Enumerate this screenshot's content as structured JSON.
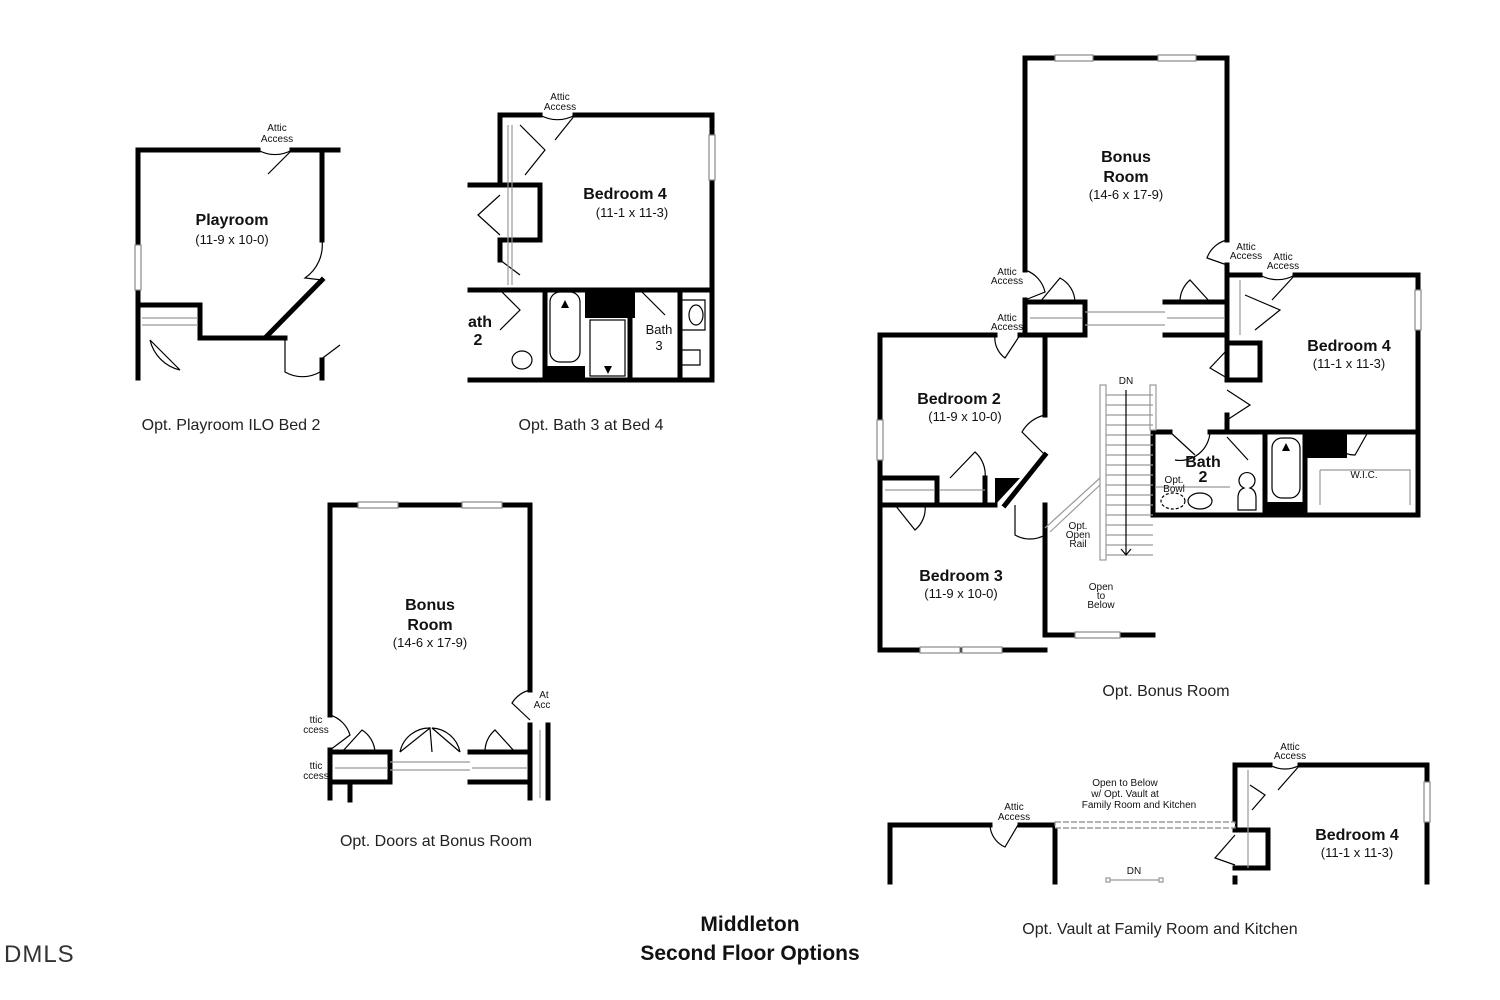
{
  "title": {
    "line1": "Middleton",
    "line2": "Second Floor Options"
  },
  "logo": "DMLS",
  "playroom_plan": {
    "caption": "Opt. Playroom ILO Bed 2",
    "room": "Playroom",
    "dim": "(11-9 x 10-0)",
    "attic1": "Attic",
    "attic2": "Access"
  },
  "bath3_plan": {
    "caption": "Opt. Bath 3 at Bed 4",
    "room": "Bedroom 4",
    "dim": "(11-1 x 11-3)",
    "attic1": "Attic",
    "attic2": "Access",
    "bath3a": "Bath",
    "bath3b": "3",
    "bath2a": "ath",
    "bath2b": "2"
  },
  "doors_plan": {
    "caption": "Opt. Doors at Bonus Room",
    "room1": "Bonus",
    "room2": "Room",
    "dim": "(14-6 x 17-9)",
    "attic_r1": "At",
    "attic_r2": "Acc",
    "attic_l1": "ttic",
    "attic_l2": "ccess",
    "attic_l3": "ttic",
    "attic_l4": "ccess"
  },
  "bonus_plan": {
    "caption": "Opt. Bonus Room",
    "bonus1": "Bonus",
    "bonus2": "Room",
    "bonus_dim": "(14-6 x 17-9)",
    "bed2": "Bedroom 2",
    "bed2_dim": "(11-9 x 10-0)",
    "bed3": "Bedroom 3",
    "bed3_dim": "(11-9 x 10-0)",
    "bed4": "Bedroom 4",
    "bed4_dim": "(11-1 x 11-3)",
    "bath2a": "Bath",
    "bath2b": "2",
    "wic": "W.I.C.",
    "dn": "DN",
    "bowl1": "Opt.",
    "bowl2": "Bowl",
    "rail1": "Opt.",
    "rail2": "Open",
    "rail3": "Rail",
    "open1": "Open",
    "open2": "to",
    "open3": "Below",
    "attic1": "Attic",
    "attic2": "Access"
  },
  "vault_plan": {
    "caption": "Opt. Vault at Family Room and Kitchen",
    "open1": "Open to Below",
    "open2": "w/ Opt. Vault at",
    "open3": "Family Room and Kitchen",
    "bed4": "Bedroom 4",
    "bed4_dim": "(11-1 x 11-3)",
    "dn": "DN",
    "attic1": "Attic",
    "attic2": "Access"
  }
}
